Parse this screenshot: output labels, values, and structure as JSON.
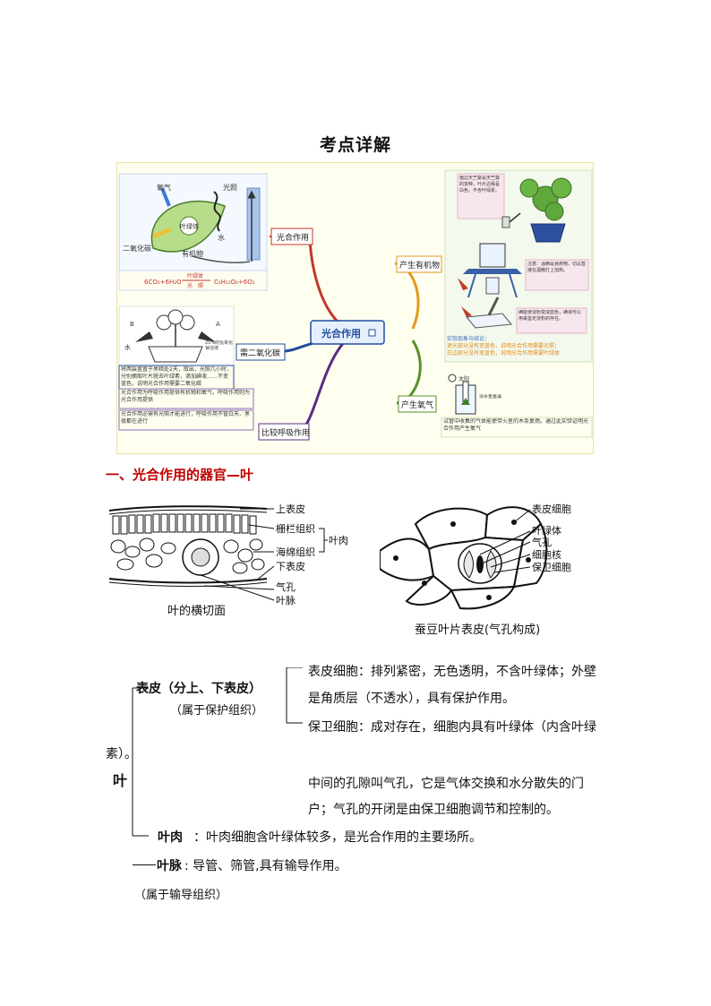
{
  "page_title": "考点详解",
  "mindmap": {
    "center": "光合作用",
    "branches": {
      "photosynthesis": "光合作用",
      "organic": "产生有机物",
      "co2": "需二氧化碳",
      "oxygen": "产生氧气",
      "respiration": "比较呼吸作用"
    },
    "leaf_labels": {
      "oxygen": "氧气",
      "light": "光照",
      "chloroplast": "叶绿体",
      "water": "水",
      "co2": "二氧化碳",
      "organic": "有机物"
    },
    "equation": {
      "left": "6CO₂+6H₂O",
      "top": "叶绿体",
      "bottom": "光　照",
      "right": "C₆H₁₂O₆+6O₂"
    },
    "co2_labels": {
      "b": "B",
      "a": "A",
      "water": "水",
      "naoh": "25%的氢氧化钠溶液"
    },
    "co2_note": "将两装置置于黑暗处2天，取出，光照几小时，分别摘取叶片脱去叶绿素，滴加碘液……不变蓝色，说明光合作用需要二氧化碳",
    "resp_note1": "光合作用为呼吸作用提供有机物和氧气，呼吸作用则为光合作用提供",
    "resp_note2": "光合作用必需有光照才能进行，呼吸作用不管白天、黑夜都在进行",
    "plant_note": "植边天竺葵是天竺葵的变种，叶片边缘呈白色，不含叶绿素。",
    "alcohol_note": "注意：酒精是易燃物，切忌直接在酒精灯上加热。",
    "iodine_note": "碘能使淀粉变成蓝色，碘液可以用来鉴定淀粉的存在。",
    "exp_title": "实验现象与结论：",
    "exp_line1": "遮光部分没有变蓝色，说明光合作用需要光照；",
    "exp_line2": "白边部分没有变蓝色，说明光合作用需要叶绿体",
    "sun": "太阳",
    "water_plant": "清水金鱼藻",
    "oxygen_note": "试管中收集的气体能使带火星的木条复燃。通过此实验证明光合作用产生氧气"
  },
  "section1": {
    "heading": "一、光合作用的器官—叶"
  },
  "cross_section": {
    "caption": "叶的横切面",
    "labels": [
      "上表皮",
      "栅栏组织",
      "海绵组织",
      "下表皮",
      "气孔",
      "叶脉"
    ],
    "bracket": "叶肉"
  },
  "epidermis": {
    "caption": "蚕豆叶片表皮(气孔构成)",
    "labels": [
      "表皮细胞",
      "叶绿体",
      "气孔",
      "细胞核",
      "保卫细胞"
    ]
  },
  "tree": {
    "root": "叶",
    "epidermis_title": "表皮（分上、下表皮）",
    "epidermis_sub": "（属于保护组织）",
    "epi_cell_line1": "表皮细胞：排列紧密，无色透明，不含叶绿体；外壁",
    "epi_cell_line2": "是角质层（不透水），具有保护作用。",
    "guard_line1": "保卫细胞：成对存在，细胞内具有叶绿体（内含叶绿",
    "guard_cont": "素）。",
    "stoma_line1": "中间的孔隙叫气孔，它是气体交换和水分散失的门",
    "stoma_line2": "户；气孔的开闭是由保卫细胞调节和控制的。",
    "mesophyll_title": "叶肉",
    "mesophyll_text": "：叶肉细胞含叶绿体较多，是光合作用的主要场所。",
    "vein_title": "叶脉",
    "vein_text": ": 导管、筛管,具有输导作用。",
    "vein_sub": "（属于输导组织）"
  }
}
